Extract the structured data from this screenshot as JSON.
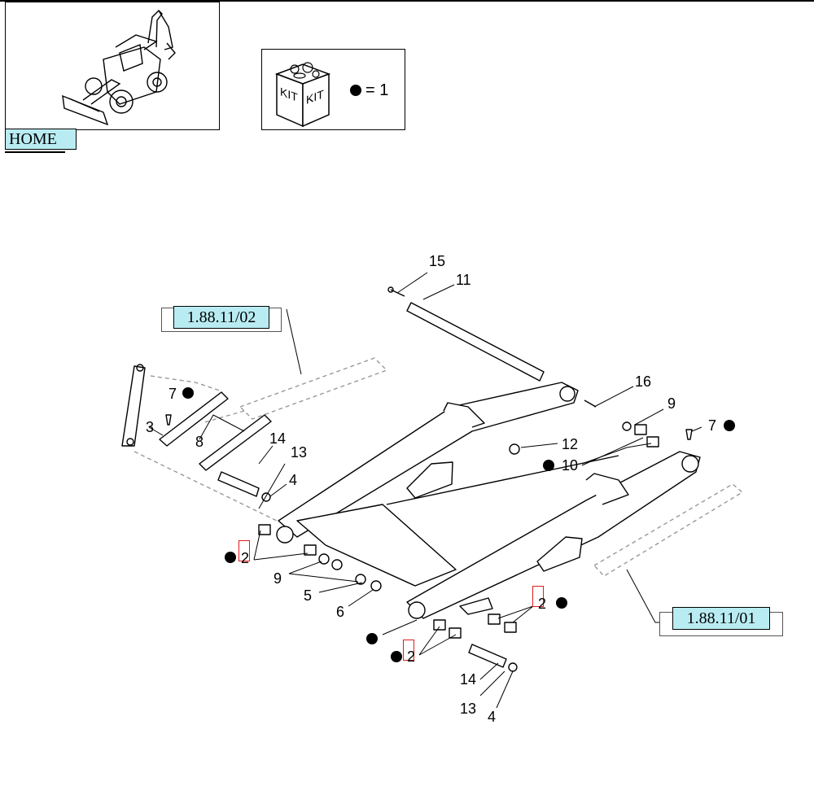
{
  "nav": {
    "home_label": "HOME"
  },
  "legend": {
    "kit_label_left": "KIT",
    "kit_label_right": "KIT",
    "equals_text": "= 1"
  },
  "references": {
    "cylinder_left": "1.88.11/02",
    "cylinder_right": "1.88.11/01"
  },
  "callouts": {
    "c15": "15",
    "c11": "11",
    "c16": "16",
    "c9a": "9",
    "c7a": "7",
    "c7b": "7",
    "c3": "3",
    "c8": "8",
    "c14a": "14",
    "c13a": "13",
    "c4a": "4",
    "c12": "12",
    "c10": "10",
    "c2a": "2",
    "c9b": "9",
    "c5": "5",
    "c6": "6",
    "c2b": "2",
    "c2c": "2",
    "c14b": "14",
    "c13b": "13",
    "c4b": "4"
  },
  "colors": {
    "link_bg": "#b9ecf2",
    "highlight": "#e21b1b",
    "line": "#000000"
  }
}
